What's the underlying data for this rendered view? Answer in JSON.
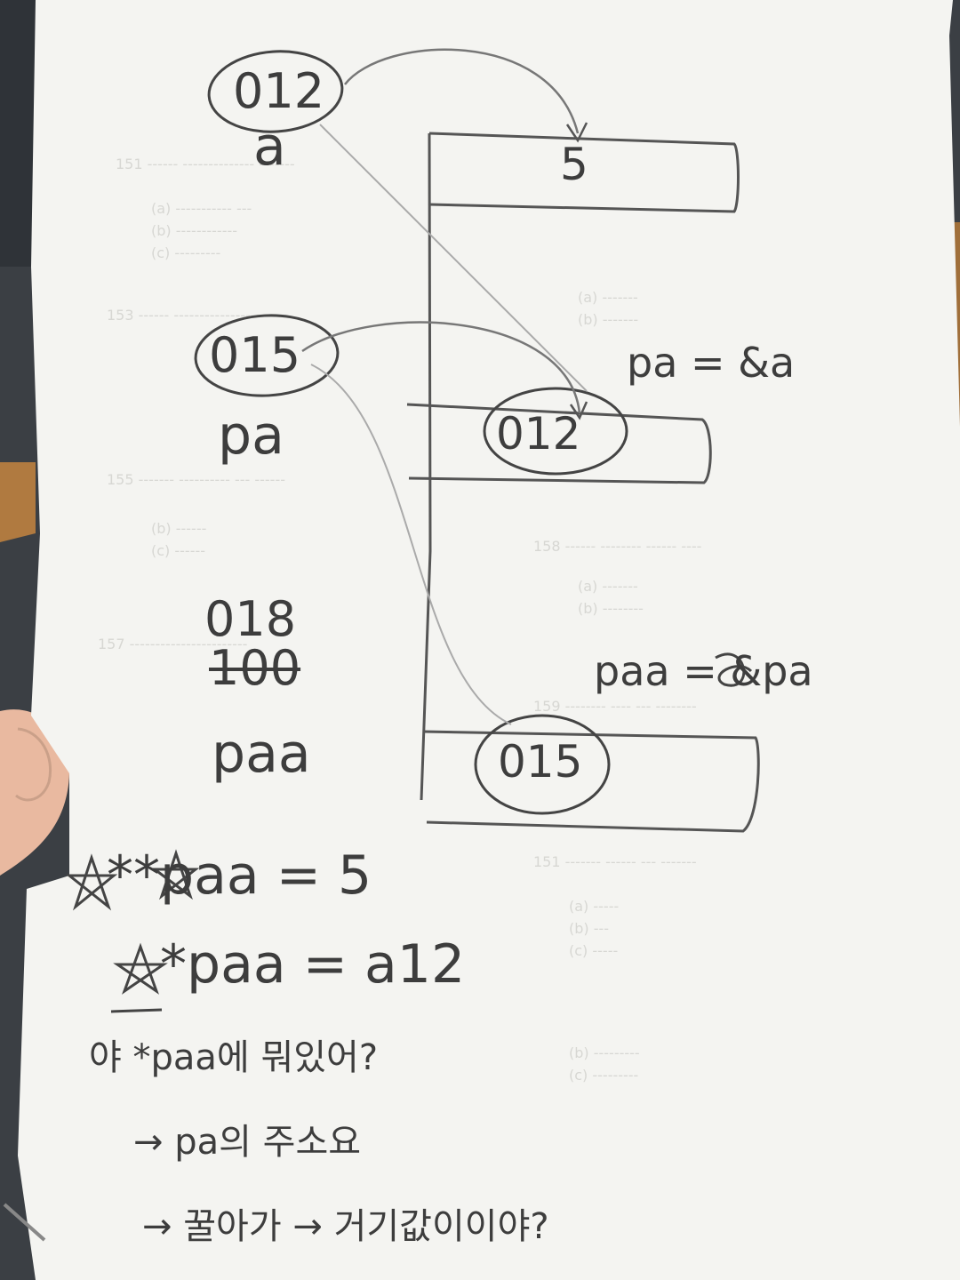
{
  "vars": {
    "a": {
      "name": "a",
      "address": "012"
    },
    "pa": {
      "name": "pa",
      "address": "015"
    },
    "paa": {
      "name": "paa",
      "address": "018",
      "crossed_value": "100"
    }
  },
  "cells": {
    "top": "5",
    "middle": "012",
    "bottom": "015"
  },
  "labels": {
    "pa_assign": "pa = &a",
    "paa_assign": "paa = &pa"
  },
  "notes": {
    "line1": "**paa = 5",
    "line2": "*paa = a12",
    "line3": "야 *paa에 뭐있어?",
    "line4": "→ pa의 주소요",
    "line5": "→ 꿀아가 → 거기값이이야?"
  },
  "colors": {
    "paper": "#f4f4f1",
    "pencil": "#3d3d3d",
    "pencil_light": "#9a9a9a",
    "background": "#3b3f44",
    "finger": "#e9b9a0"
  }
}
